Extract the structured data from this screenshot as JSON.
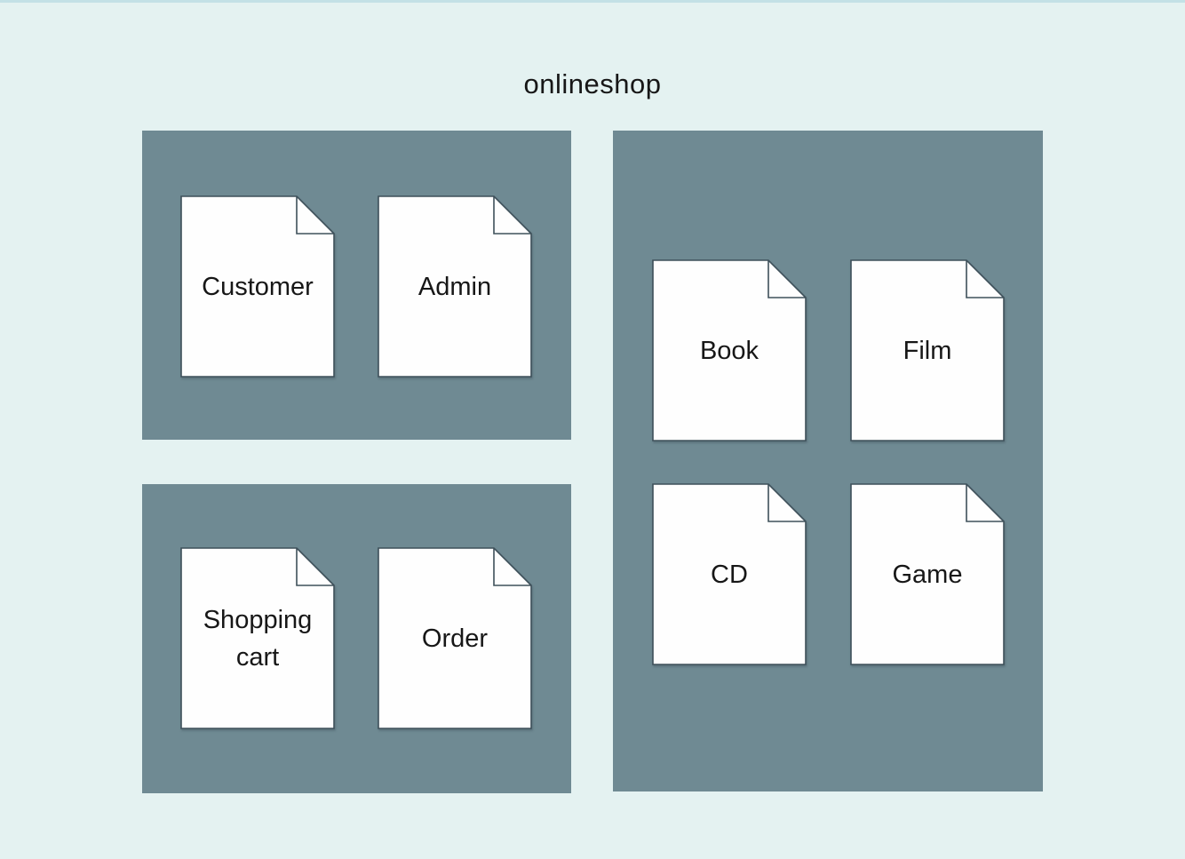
{
  "diagram": {
    "title": "onlineshop",
    "colors": {
      "background": "#e4f2f1",
      "panel": "#6f8a93",
      "document_fill": "#fefefe",
      "document_border": "#3e505a",
      "label_text": "#171717"
    },
    "panels": [
      {
        "documents": [
          {
            "label": "Customer"
          },
          {
            "label": "Admin"
          }
        ]
      },
      {
        "documents": [
          {
            "label": "Shopping cart"
          },
          {
            "label": "Order"
          }
        ]
      },
      {
        "documents": [
          {
            "label": "Book"
          },
          {
            "label": "Film"
          },
          {
            "label": "CD"
          },
          {
            "label": "Game"
          }
        ]
      }
    ]
  }
}
